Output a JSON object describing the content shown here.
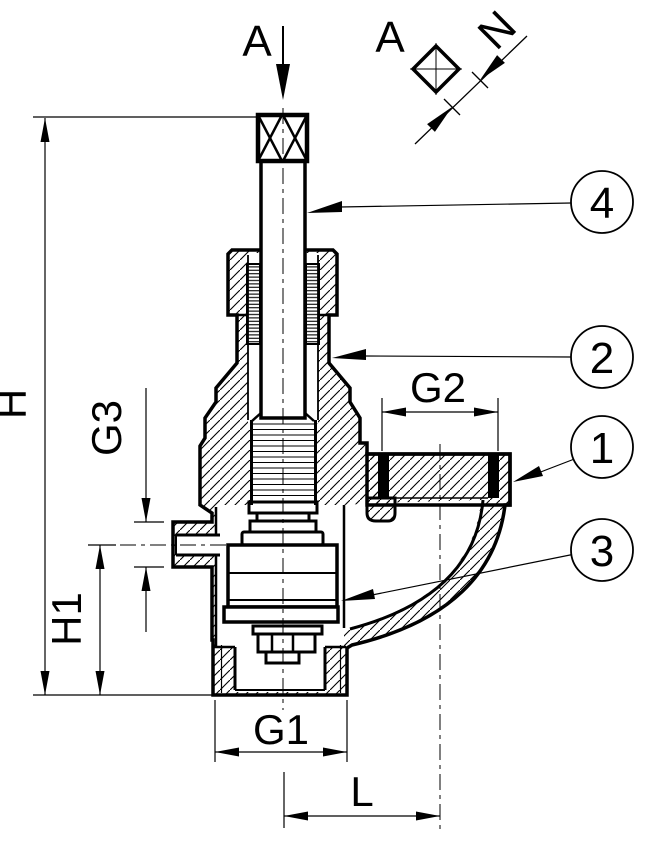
{
  "drawing": {
    "colors": {
      "ink": "#000000",
      "paper": "#ffffff"
    },
    "section_cut_label": "A",
    "section_view": {
      "view_label": "A",
      "dim_label": "N"
    },
    "dimensions": {
      "overall_height": "H",
      "inlet_height": "H1",
      "side_port_thread": "G3",
      "outlet_port_thread": "G2",
      "bottom_thread": "G1",
      "outlet_offset": "L"
    },
    "balloons": [
      {
        "number": "4"
      },
      {
        "number": "2"
      },
      {
        "number": "1"
      },
      {
        "number": "3"
      }
    ]
  }
}
